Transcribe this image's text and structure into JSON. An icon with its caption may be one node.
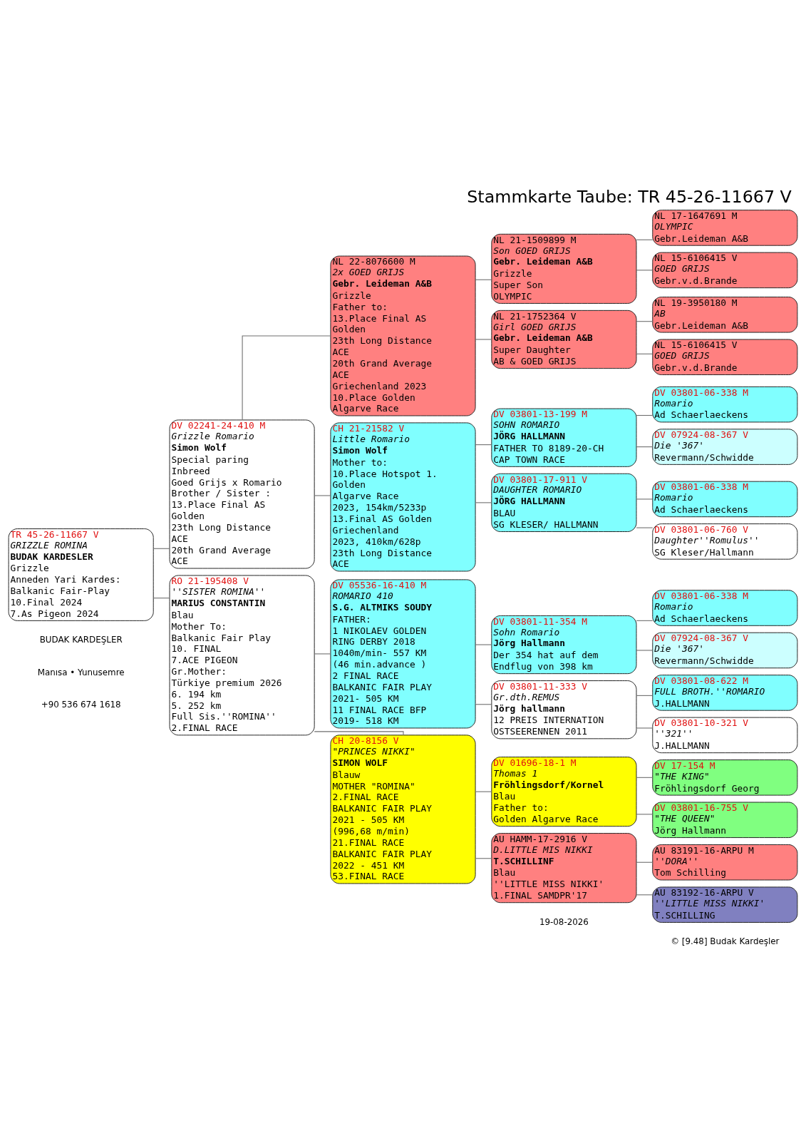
{
  "diagram": {
    "title": "Stammkarte Taube: TR 45-26-11667 V",
    "nodes": [
      {
        "text": [
          "TR 45-26-11667 V",
          "GRIZZLE ROMINA",
          "BUDAK KARDESLER",
          "Grizzle",
          "Anneden Yari Kardes:",
          "Balkanic Fair-Play",
          "10.Final 2024",
          "7.As Pigeon 2024"
        ]
      },
      {
        "text": [
          "DV 02241-24-410 M",
          "Grizzle Romario",
          "Simon Wolf",
          "Special paring",
          "Inbreed",
          "Goed Grijs x Romario",
          "Brother / Sister :",
          "13.Place Final AS",
          "Golden",
          "23th Long Distance",
          "ACE",
          "20th Grand Average",
          "ACE"
        ]
      },
      {
        "text": [
          "RO 21-195408 V",
          "''SISTER ROMINA''",
          "MARIUS CONSTANTIN",
          "Blau",
          "Mother To:",
          "Balkanic Fair Play",
          "10. FINAL",
          "7.ACE PIGEON",
          "Gr.Mother:",
          "Türkiye premium 2026",
          "6. 194 km",
          "5. 252 km",
          "Full Sis.''ROMINA''",
          "2.FINAL RACE"
        ]
      },
      {
        "text": [
          "NL 22-8076600 M",
          "2x GOED GRIJS",
          "Gebr. Leideman A&B",
          "Grizzle",
          "Father to:",
          "13.Place Final AS",
          "Golden",
          "23th Long Distance",
          "ACE",
          "20th Grand Average",
          "ACE",
          "Griechenland 2023",
          "10.Place Golden",
          "Algarve Race"
        ]
      },
      {
        "text": [
          "CH 21-21582 V",
          "Little Romario",
          "Simon Wolf",
          "Mother to:",
          "10.Place Hotspot 1.",
          "Golden",
          "Algarve Race",
          "2023, 154km/5233p",
          "13.Final AS Golden",
          "Griechenland",
          "2023, 410km/628p",
          "23th Long Distance",
          "ACE"
        ]
      },
      {
        "text": [
          "DV 05536-16-410 M",
          "ROMARIO 410",
          "S.G. ALTMIKS SOUDY",
          "FATHER:",
          "1 NIKOLAEV GOLDEN",
          "RING DERBY 2018",
          "1040m/min- 557 KM",
          "(46 min.advance )",
          "2 FINAL RACE",
          "BALKANIC FAIR PLAY",
          "2021- 505 KM",
          "11 FINAL RACE BFP",
          "2019- 518 KM"
        ]
      },
      {
        "text": [
          "CH 20-8156 V",
          "\"PRINCES NIKKI\"",
          "SIMON WOLF",
          "Blauw",
          "MOTHER \"ROMINA\"",
          "2.FINAL RACE",
          "BALKANIC FAIR PLAY",
          "2021 - 505 KM",
          "(996,68 m/min)",
          "21.FINAL RACE",
          "BALKANIC FAIR PLAY",
          "2022 - 451 KM",
          "53.FINAL RACE"
        ]
      },
      {
        "text": [
          "NL 21-1509899 M",
          "Son GOED GRIJS",
          "Gebr. Leideman A&B",
          "Grizzle",
          "Super Son",
          "OLYMPIC"
        ]
      },
      {
        "text": [
          "NL 21-1752364 V",
          "Girl GOED GRIJS",
          "Gebr. Leideman A&B",
          "Super Daughter",
          "AB & GOED GRIJS"
        ]
      },
      {
        "text": [
          "DV 03801-13-199 M",
          "SOHN ROMARIO",
          "JÖRG HALLMANN",
          "FATHER TO 8189-20-CH",
          "CAP TOWN RACE"
        ]
      },
      {
        "text": [
          "DV 03801-17-911 V",
          "DAUGHTER ROMARIO",
          "JÖRG HALLMANN",
          "BLAU",
          "SG KLESER/ HALLMANN"
        ]
      },
      {
        "text": [
          "DV 03801-11-354 M",
          "Sohn Romario",
          "Jörg Hallmann",
          "Der 354 hat auf dem",
          "Endflug von 398 km"
        ]
      },
      {
        "text": [
          "DV 03801-11-333 V",
          "Gr.dth.REMUS",
          "Jörg hallmann",
          "12 PREIS INTERNATION",
          "OSTSEERENNEN 2011"
        ]
      },
      {
        "text": [
          "DV 01696-18-1 M",
          "Thomas 1",
          "Fröhlingsdorf/Kornel",
          "Blau",
          "Father to:",
          "Golden Algarve Race"
        ]
      },
      {
        "text": [
          "AU HAMM-17-2916 V",
          "D.LITTLE MIS NIKKI",
          "T.SCHILLINF",
          "Blau",
          "''LITTLE MISS NIKKI'",
          "1.FINAL SAMDPR'17"
        ]
      },
      {
        "text": [
          "NL 17-1647691 M",
          "OLYMPIC",
          "Gebr.Leideman A&B"
        ]
      },
      {
        "text": [
          "NL 15-6106415 V",
          "GOED GRIJS",
          "Gebr.v.d.Brande"
        ]
      },
      {
        "text": [
          "NL 19-3950180 M",
          "AB",
          "Gebr.Leideman A&B"
        ]
      },
      {
        "text": [
          "NL 15-6106415 V",
          "GOED GRIJS",
          "Gebr.v.d.Brande"
        ]
      },
      {
        "text": [
          "DV 03801-06-338 M",
          "Romario",
          "Ad Schaerlaeckens"
        ]
      },
      {
        "text": [
          "DV 07924-08-367 V",
          "Die '367'",
          "Revermann/Schwidde"
        ]
      },
      {
        "text": [
          "DV 03801-06-338 M",
          "Romario",
          "Ad Schaerlaeckens"
        ]
      },
      {
        "text": [
          "DV 03801-06-760 V",
          "Daughter''Romulus''",
          "SG Kleser/Hallmann"
        ]
      },
      {
        "text": [
          "DV 03801-06-338 M",
          "Romario",
          "Ad Schaerlaeckens"
        ]
      },
      {
        "text": [
          "DV 07924-08-367 V",
          "Die '367'",
          "Revermann/Schwidde"
        ]
      },
      {
        "text": [
          "DV 03801-08-622 M",
          "FULL BROTH.''ROMARIO",
          "J.HALLMANN"
        ]
      },
      {
        "text": [
          "DV 03801-10-321 V",
          "''321''",
          "J.HALLMANN"
        ]
      },
      {
        "text": [
          "DV 17-154 M",
          "\"THE KING\"",
          "Fröhlingsdorf Georg"
        ]
      },
      {
        "text": [
          "DV 03801-16-755 V",
          "\"THE QUEEN\"",
          "Jörg Hallmann"
        ]
      },
      {
        "text": [
          "AU 83191-16-ARPU M",
          "''DORA''",
          "Tom Schilling"
        ]
      },
      {
        "text": [
          "AU 83192-16-ARPU V",
          "''LITTLE MISS NIKKI'",
          "T.SCHILLING"
        ]
      }
    ],
    "edges": [
      {
        "from": 0,
        "to": 1,
        "arrow": "none"
      },
      {
        "from": 0,
        "to": 2,
        "arrow": "none"
      },
      {
        "from": 1,
        "to": 3,
        "arrow": "none"
      },
      {
        "from": 1,
        "to": 4,
        "arrow": "none"
      },
      {
        "from": 2,
        "to": 5,
        "arrow": "none"
      },
      {
        "from": 2,
        "to": 6,
        "arrow": "none"
      },
      {
        "from": 3,
        "to": 7,
        "arrow": "none"
      },
      {
        "from": 3,
        "to": 8,
        "arrow": "none"
      },
      {
        "from": 4,
        "to": 9,
        "arrow": "none"
      },
      {
        "from": 4,
        "to": 10,
        "arrow": "none"
      },
      {
        "from": 5,
        "to": 11,
        "arrow": "none"
      },
      {
        "from": 5,
        "to": 12,
        "arrow": "none"
      },
      {
        "from": 6,
        "to": 13,
        "arrow": "none"
      },
      {
        "from": 6,
        "to": 14,
        "arrow": "none"
      },
      {
        "from": 7,
        "to": 15,
        "arrow": "none"
      },
      {
        "from": 7,
        "to": 16,
        "arrow": "none"
      },
      {
        "from": 8,
        "to": 17,
        "arrow": "none"
      },
      {
        "from": 8,
        "to": 18,
        "arrow": "none"
      },
      {
        "from": 9,
        "to": 19,
        "arrow": "none"
      },
      {
        "from": 9,
        "to": 20,
        "arrow": "none"
      },
      {
        "from": 10,
        "to": 21,
        "arrow": "none"
      },
      {
        "from": 10,
        "to": 22,
        "arrow": "none"
      },
      {
        "from": 11,
        "to": 23,
        "arrow": "none"
      },
      {
        "from": 11,
        "to": 24,
        "arrow": "none"
      },
      {
        "from": 12,
        "to": 25,
        "arrow": "none"
      },
      {
        "from": 12,
        "to": 26,
        "arrow": "none"
      },
      {
        "from": 13,
        "to": 27,
        "arrow": "none"
      },
      {
        "from": 13,
        "to": 28,
        "arrow": "none"
      },
      {
        "from": 14,
        "to": 29,
        "arrow": "none"
      },
      {
        "from": 14,
        "to": 30,
        "arrow": "none"
      }
    ],
    "labels": [
      "BUDAK KARDEŞLER",
      "Manısa • Yunusemre",
      "+90 536 674 1618",
      "19-08-2026",
      "© [9.48] Budak Kardeşler"
    ]
  }
}
